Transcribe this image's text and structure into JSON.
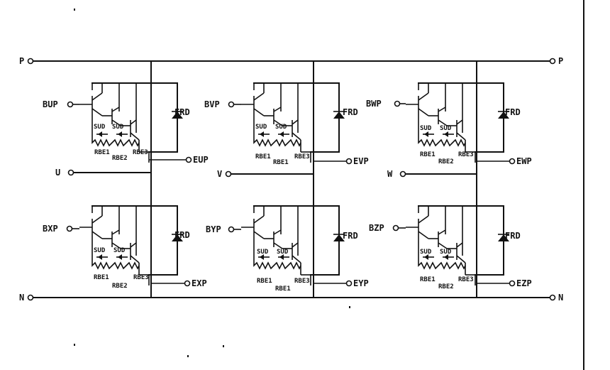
{
  "rails": {
    "p_left": "P",
    "p_right": "P",
    "n_left": "N",
    "n_right": "N"
  },
  "fwd": "FRD",
  "modules": [
    {
      "id": "up",
      "base": "BUP",
      "emitter": "EUP",
      "lbl_sud1": "SUD",
      "lbl_sud2": "SUD",
      "rbe1": "RBE1",
      "rbe2": "RBE2",
      "rbe3": "RBE3"
    },
    {
      "id": "vp",
      "base": "BVP",
      "emitter": "EVP",
      "lbl_sud1": "SUD",
      "lbl_sud2": "SUD",
      "rbe1": "RBE1",
      "rbe2": "RBE1",
      "rbe3": "RBE3"
    },
    {
      "id": "wp",
      "base": "BWP",
      "emitter": "EWP",
      "lbl_sud1": "SUD",
      "lbl_sud2": "SUD",
      "rbe1": "RBE1",
      "rbe2": "RBE2",
      "rbe3": "RBE3"
    },
    {
      "id": "xp",
      "base": "BXP",
      "emitter": "EXP",
      "lbl_sud1": "SUD",
      "lbl_sud2": "SUD",
      "rbe1": "RBE1",
      "rbe2": "RBE2",
      "rbe3": "RBE3"
    },
    {
      "id": "yp",
      "base": "BYP",
      "emitter": "EYP",
      "lbl_sud1": "SUD",
      "lbl_sud2": "SUD",
      "rbe1": "RBE1",
      "rbe2": "RBE1",
      "rbe3": "RBE3"
    },
    {
      "id": "zp",
      "base": "BZP",
      "emitter": "EZP",
      "lbl_sud1": "SUD",
      "lbl_sud2": "SUD",
      "rbe1": "RBE1",
      "rbe2": "RBE2",
      "rbe3": "RBE3"
    }
  ],
  "outputs": {
    "u": "U",
    "v": "V",
    "w": "W"
  }
}
